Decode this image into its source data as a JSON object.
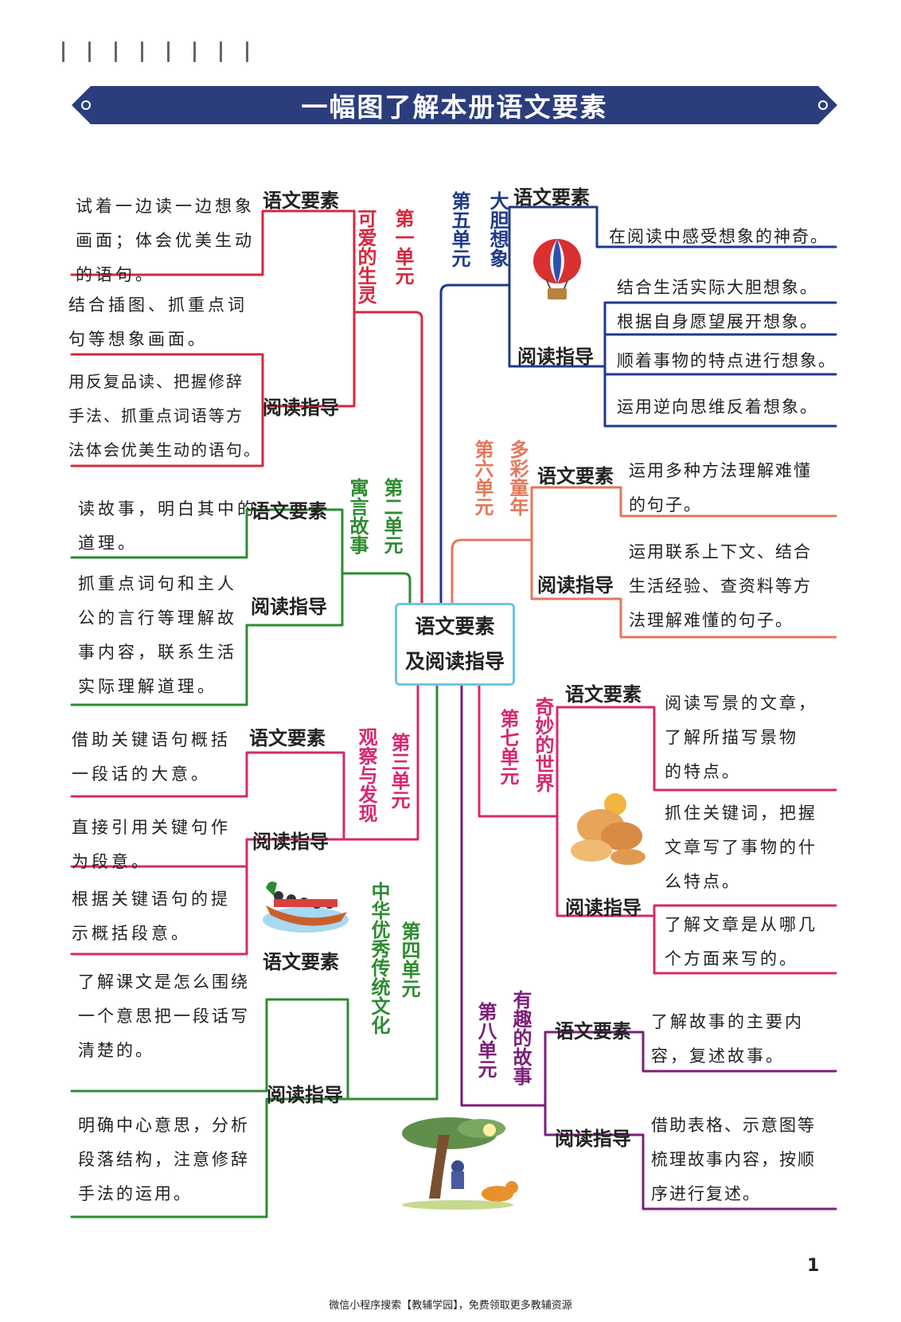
{
  "title": "一幅图了解本册语文要素",
  "center": {
    "line1": "语文要素",
    "line2": "及阅读指导"
  },
  "labels": {
    "element": "语文要素",
    "guide": "阅读指导"
  },
  "units": {
    "u1": {
      "ordinal": "第一单元",
      "theme": "可爱的生灵",
      "color": "#d6283c",
      "element": [
        "试着一边读一边想象",
        "画面；体会优美生动",
        "的语句。"
      ],
      "guides": [
        [
          "结合插图、抓重点词",
          "句等想象画面。"
        ],
        [
          "用反复品读、把握修辞",
          "手法、抓重点词语等方",
          "法体会优美生动的语句。"
        ]
      ]
    },
    "u2": {
      "ordinal": "第二单元",
      "theme": "寓言故事",
      "color": "#2e8b30",
      "element": [
        "读故事，明白其中的",
        "道理。"
      ],
      "guides": [
        [
          "抓重点词句和主人",
          "公的言行等理解故",
          "事内容，联系生活",
          "实际理解道理。"
        ]
      ]
    },
    "u3": {
      "ordinal": "第三单元",
      "theme": "观察与发现",
      "color": "#d6286e",
      "element": [
        "借助关键语句概括",
        "一段话的大意。"
      ],
      "guides": [
        [
          "直接引用关键句作",
          "为段意。"
        ],
        [
          "根据关键语句的提",
          "示概括段意。"
        ]
      ]
    },
    "u4": {
      "ordinal": "第四单元",
      "theme": "中华优秀传统文化",
      "color": "#2e8b30",
      "element": [
        "了解课文是怎么围绕",
        "一个意思把一段话写",
        "清楚的。"
      ],
      "guides": [
        [
          "明确中心意思，分析",
          "段落结构，注意修辞",
          "手法的运用。"
        ]
      ]
    },
    "u5": {
      "ordinal": "第五单元",
      "theme": "大胆想象",
      "color": "#1f3a8a",
      "element": [
        "在阅读中感受想象的神奇。"
      ],
      "guides": [
        [
          "结合生活实际大胆想象。"
        ],
        [
          "根据自身愿望展开想象。"
        ],
        [
          "顺着事物的特点进行想象。"
        ],
        [
          "运用逆向思维反着想象。"
        ]
      ]
    },
    "u6": {
      "ordinal": "第六单元",
      "theme": "多彩童年",
      "color": "#e4775a",
      "element": [
        "运用多种方法理解难懂",
        "的句子。"
      ],
      "guides": [
        [
          "运用联系上下文、结合",
          "生活经验、查资料等方",
          "法理解难懂的句子。"
        ]
      ]
    },
    "u7": {
      "ordinal": "第七单元",
      "theme": "奇妙的世界",
      "color": "#d6286e",
      "element": [
        "阅读写景的文章，",
        "了解所描写景物",
        "的特点。"
      ],
      "guides": [
        [
          "抓住关键词，把握",
          "文章写了事物的什",
          "么特点。"
        ],
        [
          "了解文章是从哪几",
          "个方面来写的。"
        ]
      ]
    },
    "u8": {
      "ordinal": "第八单元",
      "theme": "有趣的故事",
      "color": "#7a1f7a",
      "element": [
        "了解故事的主要内",
        "容，复述故事。"
      ],
      "guides": [
        [
          "借助表格、示意图等",
          "梳理故事内容，按顺",
          "序进行复述。"
        ]
      ]
    }
  },
  "page_number": "1",
  "footer": "微信小程序搜索【教辅学园】，免费领取更多教辅资源"
}
